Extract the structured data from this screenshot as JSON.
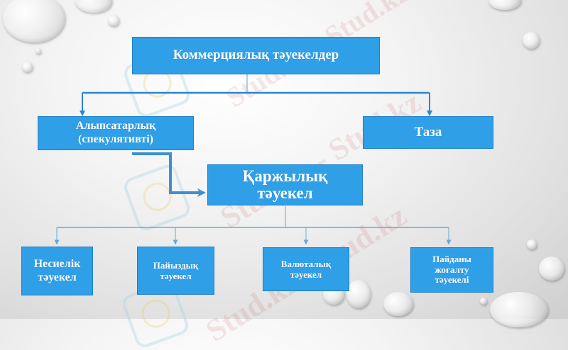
{
  "diagram": {
    "root": {
      "label": "Коммерциялық тәуекелдер"
    },
    "level1": [
      {
        "label": "Алыпсатарлық (спекулятивті)",
        "line1": "Алыпсатарлық",
        "line2": "(спекулятивті)"
      },
      {
        "label": "Таза"
      }
    ],
    "financial": {
      "line1": "Қаржылық",
      "line2": "тәуекел"
    },
    "children": [
      {
        "line1": "Несиелік",
        "line2": "тәуекел"
      },
      {
        "line1": "Пайыздық",
        "line2": "тәуекел"
      },
      {
        "line1": "Валюталық",
        "line2": "тәуекел"
      },
      {
        "line1": "Пайданы",
        "line2": "жоғалту",
        "line3": "тәуекелі"
      }
    ]
  },
  "watermarks": [
    "Stud.kz - Stud.kz",
    "Stud.kz - Stud.kz",
    "Stud.kz - Stud.kz"
  ],
  "colors": {
    "box_fill": "#2f9fe8",
    "box_border": "#1d7fc4",
    "connector": "#2a86d0",
    "connector_thin": "#6aaad8"
  }
}
